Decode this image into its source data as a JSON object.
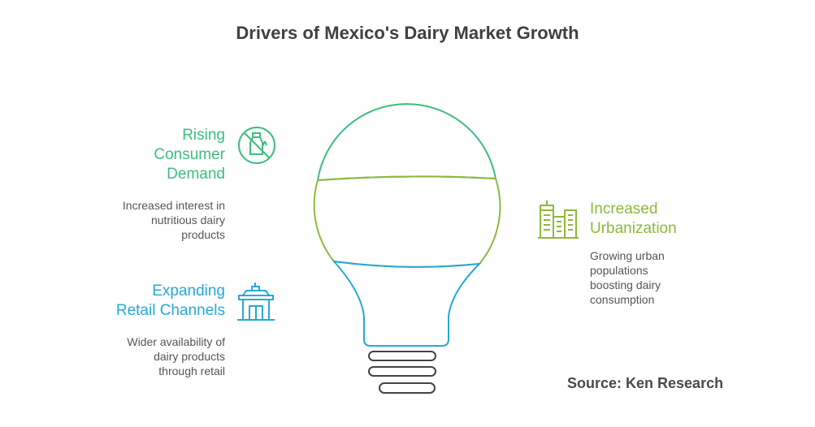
{
  "title": "Drivers of Mexico's Dairy Market Growth",
  "drivers": [
    {
      "heading": "Rising Consumer Demand",
      "heading_lines": [
        "Rising",
        "Consumer",
        "Demand"
      ],
      "description_lines": [
        "Increased interest in",
        "nutritious dairy",
        "products"
      ],
      "icon": "no-bottle-icon",
      "color": "#3dbd7d"
    },
    {
      "heading": "Expanding Retail Channels",
      "heading_lines": [
        "Expanding",
        "Retail Channels"
      ],
      "description_lines": [
        "Wider availability of",
        "dairy products",
        "through retail"
      ],
      "icon": "storefront-icon",
      "color": "#27a8d8"
    },
    {
      "heading": "Increased Urbanization",
      "heading_lines": [
        "Increased",
        "Urbanization"
      ],
      "description_lines": [
        "Growing urban",
        "populations",
        "boosting dairy",
        "consumption"
      ],
      "icon": "city-buildings-icon",
      "color": "#8cba3a"
    }
  ],
  "source": "Source: Ken Research",
  "colors": {
    "green": "#3dbd7d",
    "lime": "#8cba3a",
    "blue": "#27a8d8",
    "dark": "#404040",
    "gray": "#555555"
  }
}
